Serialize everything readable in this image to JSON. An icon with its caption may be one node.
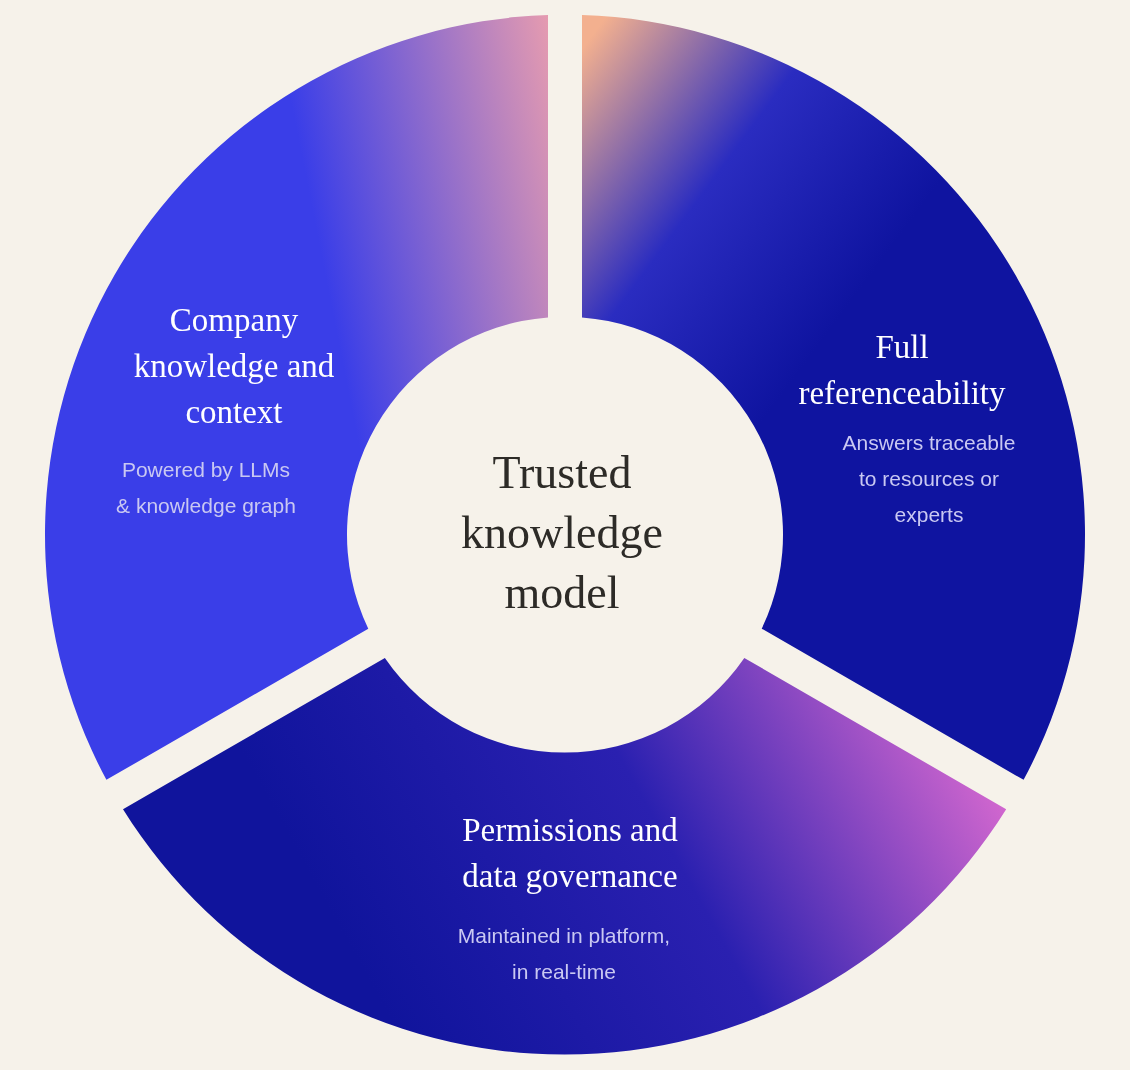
{
  "diagram": {
    "nodes": [
      {
        "text": [
          "Company knowledge and context",
          "Powered by LLMs & knowledge graph"
        ]
      },
      {
        "text": [
          "Full referenceability",
          "Answers traceable to resources or experts"
        ]
      },
      {
        "text": [
          "Trusted knowledge model"
        ]
      },
      {
        "text": [
          "Permissions and data governance",
          "Maintained in platform, in real-time"
        ]
      }
    ]
  }
}
